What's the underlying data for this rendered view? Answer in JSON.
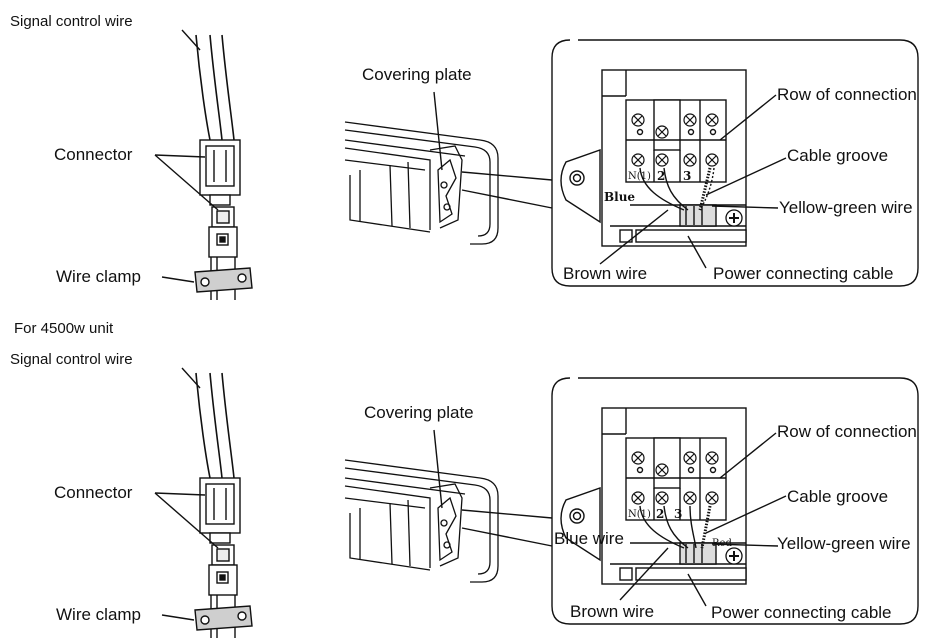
{
  "top": {
    "signal_control_wire": "Signal control wire",
    "connector": "Connector",
    "wire_clamp": "Wire clamp",
    "covering_plate": "Covering plate",
    "row_of_connection": "Row of connection",
    "cable_groove": "Cable groove",
    "yellow_green_wire": "Yellow-green wire",
    "brown_wire": "Brown wire",
    "power_connecting_cable": "Power connecting cable",
    "blue": "Blue",
    "terminal_n1": "N(1)",
    "terminal_2": "2",
    "terminal_3": "3"
  },
  "section_label": "For 4500w unit",
  "bottom": {
    "signal_control_wire": "Signal control wire",
    "connector": "Connector",
    "wire_clamp": "Wire clamp",
    "covering_plate": "Covering plate",
    "row_of_connection": "Row of connection",
    "cable_groove": "Cable groove",
    "yellow_green_wire": "Yellow-green wire",
    "blue_wire": "Blue wire",
    "brown_wire": "Brown wire",
    "power_connecting_cable": "Power connecting cable",
    "red": "Red",
    "terminal_n1": "N(1)",
    "terminal_2": "2",
    "terminal_3": "3"
  }
}
